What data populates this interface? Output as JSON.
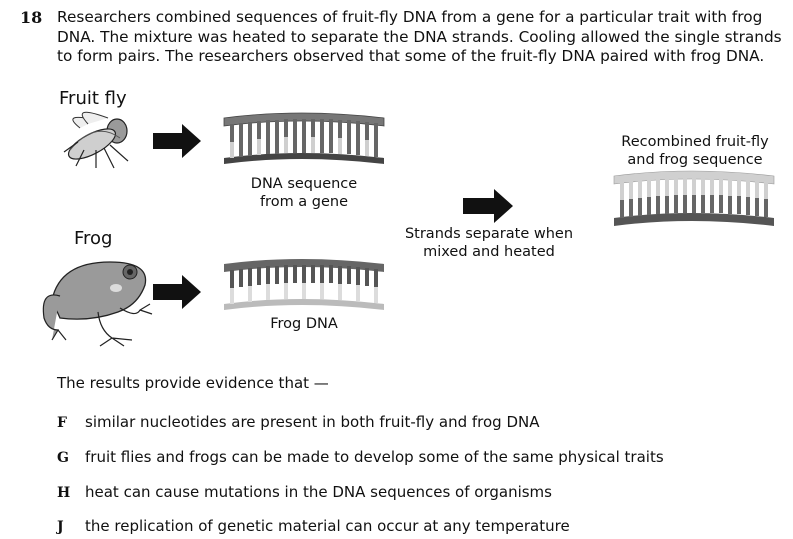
{
  "question": {
    "number": "18",
    "stem": "Researchers combined sequences of fruit-fly DNA from a gene for a particular trait with frog DNA. The mixture was heated to separate the DNA strands. Cooling allowed the single strands to form pairs. The researchers observed that some of the fruit-fly DNA paired with frog DNA."
  },
  "diagram": {
    "fruit_fly_label": "Fruit fly",
    "frog_label": "Frog",
    "dna_gene_label_1": "DNA sequence",
    "dna_gene_label_2": "from a gene",
    "frog_dna_label": "Frog DNA",
    "separate_label_1": "Strands separate when",
    "separate_label_2": "mixed and heated",
    "recombined_label_1": "Recombined fruit-fly",
    "recombined_label_2": "and frog sequence"
  },
  "prompt": "The results provide evidence that —",
  "choices": [
    {
      "letter": "F",
      "text": "similar nucleotides are present in both fruit-fly and frog DNA"
    },
    {
      "letter": "G",
      "text": "fruit flies and frogs can be made to develop some of the same physical traits"
    },
    {
      "letter": "H",
      "text": "heat can cause mutations in the DNA sequences of organisms"
    },
    {
      "letter": "J",
      "text": "the replication of genetic material can occur at any temperature"
    }
  ]
}
